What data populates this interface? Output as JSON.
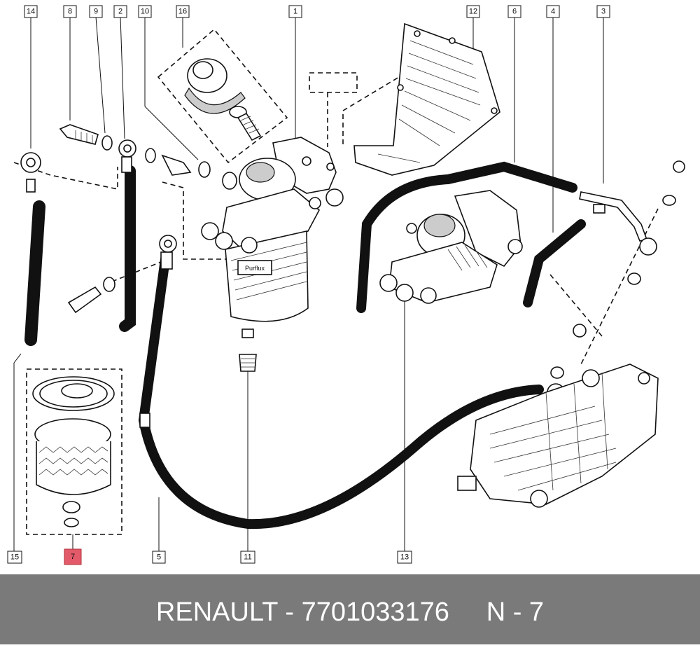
{
  "callouts": [
    {
      "id": "c14",
      "text": "14",
      "highlight": false
    },
    {
      "id": "c8",
      "text": "8",
      "highlight": false
    },
    {
      "id": "c9",
      "text": "9",
      "highlight": false
    },
    {
      "id": "c2",
      "text": "2",
      "highlight": false
    },
    {
      "id": "c10",
      "text": "10",
      "highlight": false
    },
    {
      "id": "c16",
      "text": "16",
      "highlight": false
    },
    {
      "id": "c1",
      "text": "1",
      "highlight": false
    },
    {
      "id": "c12",
      "text": "12",
      "highlight": false
    },
    {
      "id": "c6",
      "text": "6",
      "highlight": false
    },
    {
      "id": "c4",
      "text": "4",
      "highlight": false
    },
    {
      "id": "c3",
      "text": "3",
      "highlight": false
    },
    {
      "id": "c15",
      "text": "15",
      "highlight": false
    },
    {
      "id": "c7",
      "text": "7",
      "highlight": true
    },
    {
      "id": "c5",
      "text": "5",
      "highlight": false
    },
    {
      "id": "c11",
      "text": "11",
      "highlight": false
    },
    {
      "id": "c13",
      "text": "13",
      "highlight": false
    }
  ],
  "filter_brand": "Purflux",
  "footer": {
    "brand": "RENAULT",
    "separator": " - ",
    "part_number": "7701033176",
    "gap": "     ",
    "position": "N - 7"
  },
  "colors": {
    "highlight": "#e35a6a",
    "footer_bg": "#7a7a7a",
    "footer_text": "#ffffff"
  }
}
